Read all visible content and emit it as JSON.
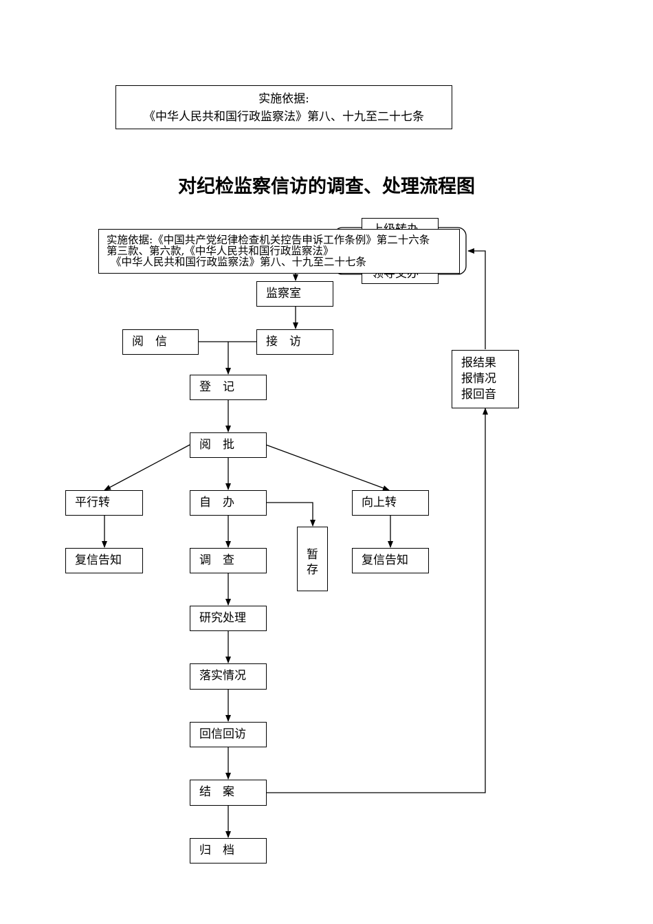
{
  "top_basis": {
    "line1": "实施依据:",
    "line2": "《中华人民共和国行政监察法》第八、十九至二十七条"
  },
  "title": "对纪检监察信访的调查、处理流程图",
  "overlay_basis": {
    "line1": "实施依据:《中国共产党纪律检查机关控告申诉工作条例》第二十六条",
    "line2": "第三款、第六款,《中华人民共和国行政监察法》",
    "line3": "《中华人民共和国行政监察法》第八、十九至二十七条"
  },
  "source_box": {
    "line1": "上级转办",
    "line2": "领导交办"
  },
  "nodes": {
    "jianchashi": "监察室",
    "jiefang": "接　访",
    "yuexin": "阅　信",
    "dengji": "登　记",
    "yuepi": "阅　批",
    "pingxingzhuan": "平行转",
    "ziban": "自　办",
    "xiangshangzhuan": "向上转",
    "fuxingaozhi_left": "复信告知",
    "diaocha": "调　查",
    "zancun_1": "暂",
    "zancun_2": "存",
    "fuxingaozhi_right": "复信告知",
    "yanjiuchuli": "研究处理",
    "luoshiqingkuang": "落实情况",
    "huixinhuifang": "回信回访",
    "jiean": "结　案",
    "guidang": "归　档"
  },
  "report_box": {
    "line1": "报结果",
    "line2": "报情况",
    "line3": "报回音"
  }
}
